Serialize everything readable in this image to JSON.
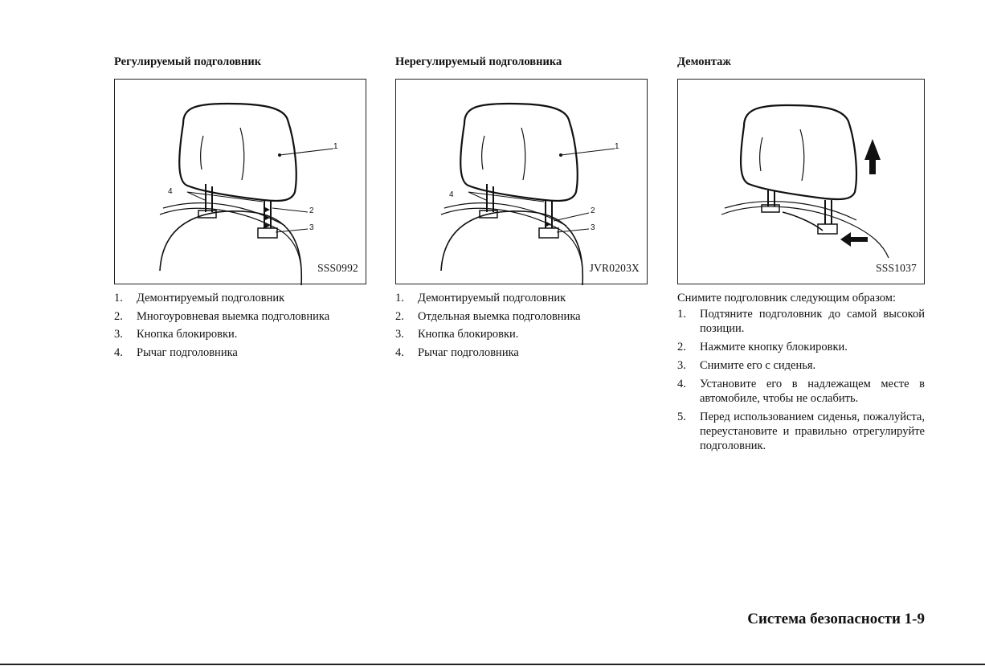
{
  "sections": [
    {
      "heading": "Регулируемый подголовник",
      "figure_code": "SSS0992",
      "items": [
        {
          "num": "1.",
          "text": "Демонтируемый подголовник"
        },
        {
          "num": "2.",
          "text": "Многоуровневая выемка подголовника"
        },
        {
          "num": "3.",
          "text": "Кнопка блокировки."
        },
        {
          "num": "4.",
          "text": "Рычаг подголовника"
        }
      ]
    },
    {
      "heading": "Нерегулируемый подголовника",
      "figure_code": "JVR0203X",
      "items": [
        {
          "num": "1.",
          "text": "Демонтируемый подголовник"
        },
        {
          "num": "2.",
          "text": "Отдельная выемка подголовника"
        },
        {
          "num": "3.",
          "text": "Кнопка блокировки."
        },
        {
          "num": "4.",
          "text": "Рычаг подголовника"
        }
      ]
    },
    {
      "heading": "Демонтаж",
      "figure_code": "SSS1037",
      "intro": "Снимите подголовник следующим образом:",
      "items": [
        {
          "num": "1.",
          "text": "Подтяните подголовник до самой высокой позиции."
        },
        {
          "num": "2.",
          "text": "Нажмите кнопку блокировки."
        },
        {
          "num": "3.",
          "text": "Снимите его с сиденья."
        },
        {
          "num": "4.",
          "text": "Установите его в надлежащем месте в автомобиле, чтобы не ослабить."
        },
        {
          "num": "5.",
          "text": "Перед использованием сиденья, пожалуйста, переустановите и правильно отрегулируйте подголовник."
        }
      ]
    }
  ],
  "callouts": {
    "one": "1",
    "two": "2",
    "three": "3",
    "four": "4"
  },
  "footer": "Система безопасности 1-9"
}
